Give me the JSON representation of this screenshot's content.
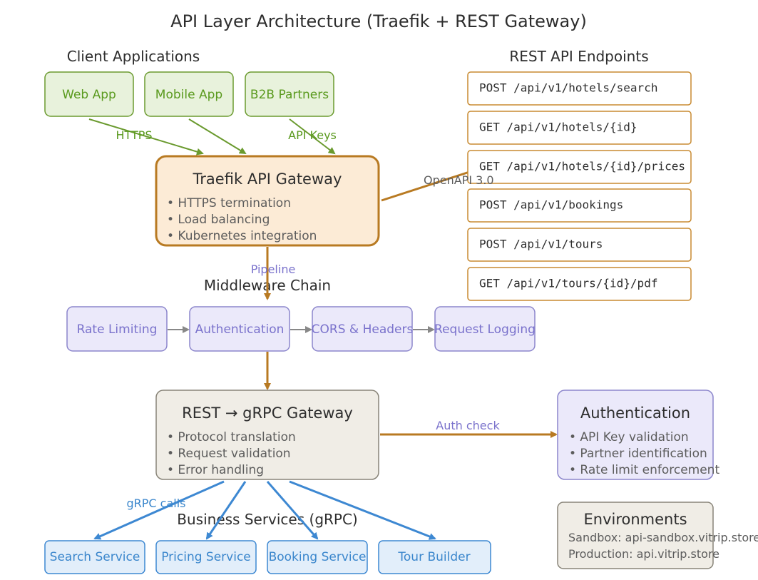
{
  "title": "API Layer Architecture (Traefik + REST Gateway)",
  "clients": {
    "heading": "Client Applications",
    "items": [
      "Web App",
      "Mobile App",
      "B2B Partners"
    ]
  },
  "endpoints": {
    "heading": "REST API Endpoints",
    "items": [
      "POST /api/v1/hotels/search",
      "GET /api/v1/hotels/{id}",
      "GET /api/v1/hotels/{id}/prices",
      "POST /api/v1/bookings",
      "POST /api/v1/tours",
      "GET /api/v1/tours/{id}/pdf"
    ]
  },
  "traefik": {
    "title": "Traefik API Gateway",
    "bullets": [
      "• HTTPS termination",
      "• Load balancing",
      "• Kubernetes integration"
    ]
  },
  "middleware": {
    "heading": "Middleware Chain",
    "items": [
      "Rate Limiting",
      "Authentication",
      "CORS & Headers",
      "Request Logging"
    ]
  },
  "rest_gateway": {
    "title": "REST → gRPC Gateway",
    "bullets": [
      "• Protocol translation",
      "• Request validation",
      "• Error handling"
    ]
  },
  "auth": {
    "title": "Authentication",
    "bullets": [
      "• API Key validation",
      "• Partner identification",
      "• Rate limit enforcement"
    ]
  },
  "services": {
    "heading": "Business Services (gRPC)",
    "items": [
      "Search Service",
      "Pricing Service",
      "Booking Service",
      "Tour Builder"
    ]
  },
  "environments": {
    "title": "Environments",
    "lines": [
      "Sandbox: api-sandbox.vitrip.store",
      "Production: api.vitrip.store"
    ]
  },
  "edge_labels": {
    "https": "HTTPS",
    "api_keys": "API Keys",
    "openapi": "OpenAPI 3.0",
    "pipeline": "Pipeline",
    "auth_check": "Auth check",
    "grpc_calls": "gRPC calls"
  },
  "colors": {
    "client_fill": "#e8f2dc",
    "client_stroke": "#6a9a2e",
    "client_text": "#5a9a1e",
    "gateway_fill": "#fcebd6",
    "gateway_stroke": "#b87a22",
    "endpoint_stroke": "#c88a30",
    "mw_fill": "#ebe9fa",
    "mw_stroke": "#8c86cc",
    "mw_text": "#7a72cc",
    "gw2_fill": "#f0ede6",
    "gw2_stroke": "#888478",
    "svc_fill": "#e2eefa",
    "svc_stroke": "#3d88d2",
    "svc_text": "#3a86cc",
    "text_dark": "#2d2d2d",
    "text_mid": "#5c5c5c",
    "arrow_orange": "#b87a22",
    "arrow_gray": "#888888",
    "arrow_blue": "#3d88d2"
  }
}
